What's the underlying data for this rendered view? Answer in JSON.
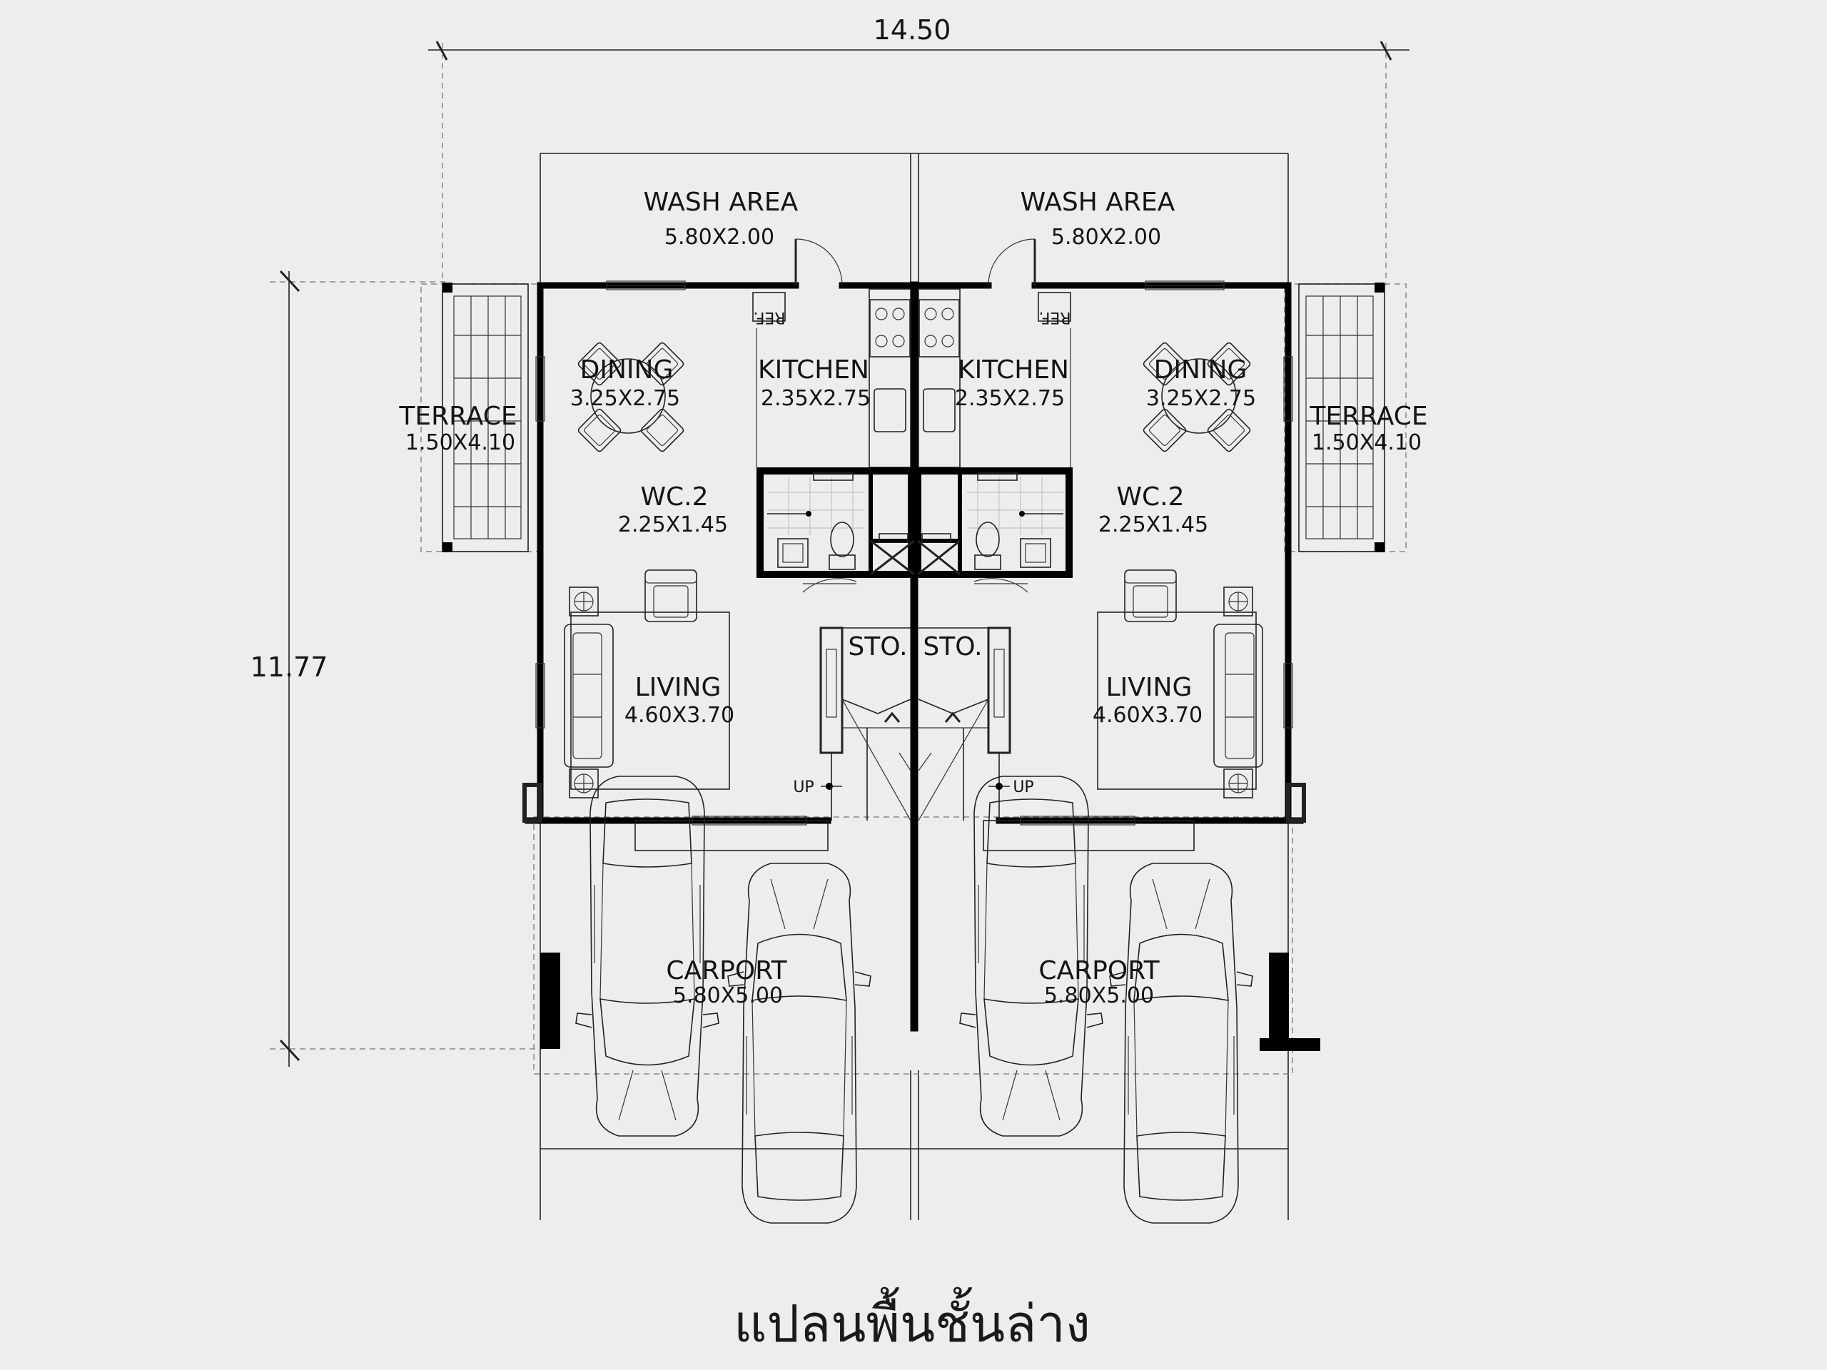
{
  "dimensions": {
    "width": "14.50",
    "depth": "11.77"
  },
  "rooms": {
    "left": {
      "wash_area": {
        "name": "WASH AREA",
        "size": "5.80X2.00"
      },
      "kitchen": {
        "name": "KITCHEN",
        "size": "2.35X2.75"
      },
      "dining": {
        "name": "DINING",
        "size": "3.25X2.75"
      },
      "terrace": {
        "name": "TERRACE",
        "size": "1.50X4.10"
      },
      "wc": {
        "name": "WC.2",
        "size": "2.25X1.45"
      },
      "storage": {
        "name": "STO."
      },
      "living": {
        "name": "LIVING",
        "size": "4.60X3.70"
      },
      "carport": {
        "name": "CARPORT",
        "size": "5.80X5.00"
      },
      "stair_up": "UP",
      "fridge": "REF."
    },
    "right": {
      "wash_area": {
        "name": "WASH AREA",
        "size": "5.80X2.00"
      },
      "kitchen": {
        "name": "KITCHEN",
        "size": "2.35X2.75"
      },
      "dining": {
        "name": "DINING",
        "size": "3.25X2.75"
      },
      "terrace": {
        "name": "TERRACE",
        "size": "1.50X4.10"
      },
      "wc": {
        "name": "WC.2",
        "size": "2.25X1.45"
      },
      "storage": {
        "name": "STO."
      },
      "living": {
        "name": "LIVING",
        "size": "4.60X3.70"
      },
      "carport": {
        "name": "CARPORT",
        "size": "5.80X5.00"
      },
      "stair_up": "UP",
      "fridge": "REF."
    }
  },
  "caption": "แปลนพื้นชั้นล่าง"
}
